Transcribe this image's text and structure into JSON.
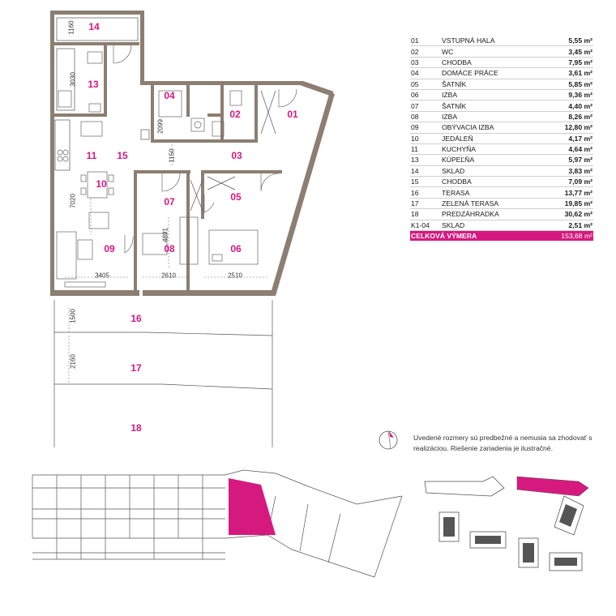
{
  "rooms": [
    {
      "code": "01",
      "name": "VSTUPNÁ HALA",
      "area": "5,55 m²"
    },
    {
      "code": "02",
      "name": "WC",
      "area": "3,45 m²"
    },
    {
      "code": "03",
      "name": "CHODBA",
      "area": "7,95 m²"
    },
    {
      "code": "04",
      "name": "DOMÁCE PRÁCE",
      "area": "3,61 m²"
    },
    {
      "code": "05",
      "name": "ŠATNÍK",
      "area": "5,85 m²"
    },
    {
      "code": "06",
      "name": "IZBA",
      "area": "9,36 m²"
    },
    {
      "code": "07",
      "name": "ŠATNÍK",
      "area": "4,40 m²"
    },
    {
      "code": "08",
      "name": "IZBA",
      "area": "8,26 m²"
    },
    {
      "code": "09",
      "name": "OBÝVACIA IZBA",
      "area": "12,80 m²"
    },
    {
      "code": "10",
      "name": "JEDÁLEŇ",
      "area": "4,17 m²"
    },
    {
      "code": "11",
      "name": "KUCHYŇA",
      "area": "4,64 m²"
    },
    {
      "code": "13",
      "name": "KÚPEĽŇA",
      "area": "5,97 m²"
    },
    {
      "code": "14",
      "name": "SKLAD",
      "area": "3,83 m²"
    },
    {
      "code": "15",
      "name": "CHODBA",
      "area": "7,09 m²"
    },
    {
      "code": "16",
      "name": "TERASA",
      "area": "13,77 m²"
    },
    {
      "code": "17",
      "name": "ZELENÁ TERASA",
      "area": "19,85 m²"
    },
    {
      "code": "18",
      "name": "PREDZÁHRADKA",
      "area": "30,62 m²"
    },
    {
      "code": "K1-04",
      "name": "SKLAD",
      "area": "2,51 m²"
    }
  ],
  "total": {
    "label": "CELKOVÁ VÝMERA",
    "area": "153,68 m²"
  },
  "plan_labels": [
    "14",
    "13",
    "04",
    "02",
    "01",
    "11",
    "15",
    "03",
    "10",
    "07",
    "05",
    "09",
    "08",
    "06",
    "16",
    "17",
    "18"
  ],
  "dimensions": [
    "1160",
    "3030",
    "2099",
    "1150",
    "7020",
    "4891",
    "3405",
    "2610",
    "2510",
    "1500",
    "2160"
  ],
  "disclaimer": "Uvedené rozmery sú predbežné a nemusia sa zhodovať s realizáciou. Riešenie zariadenia je ilustračné.",
  "colors": {
    "accent": "#d6197f",
    "wall": "#8c7e72"
  },
  "icons": [
    "compass-icon",
    "building-location-icon",
    "site-overview-icon"
  ]
}
